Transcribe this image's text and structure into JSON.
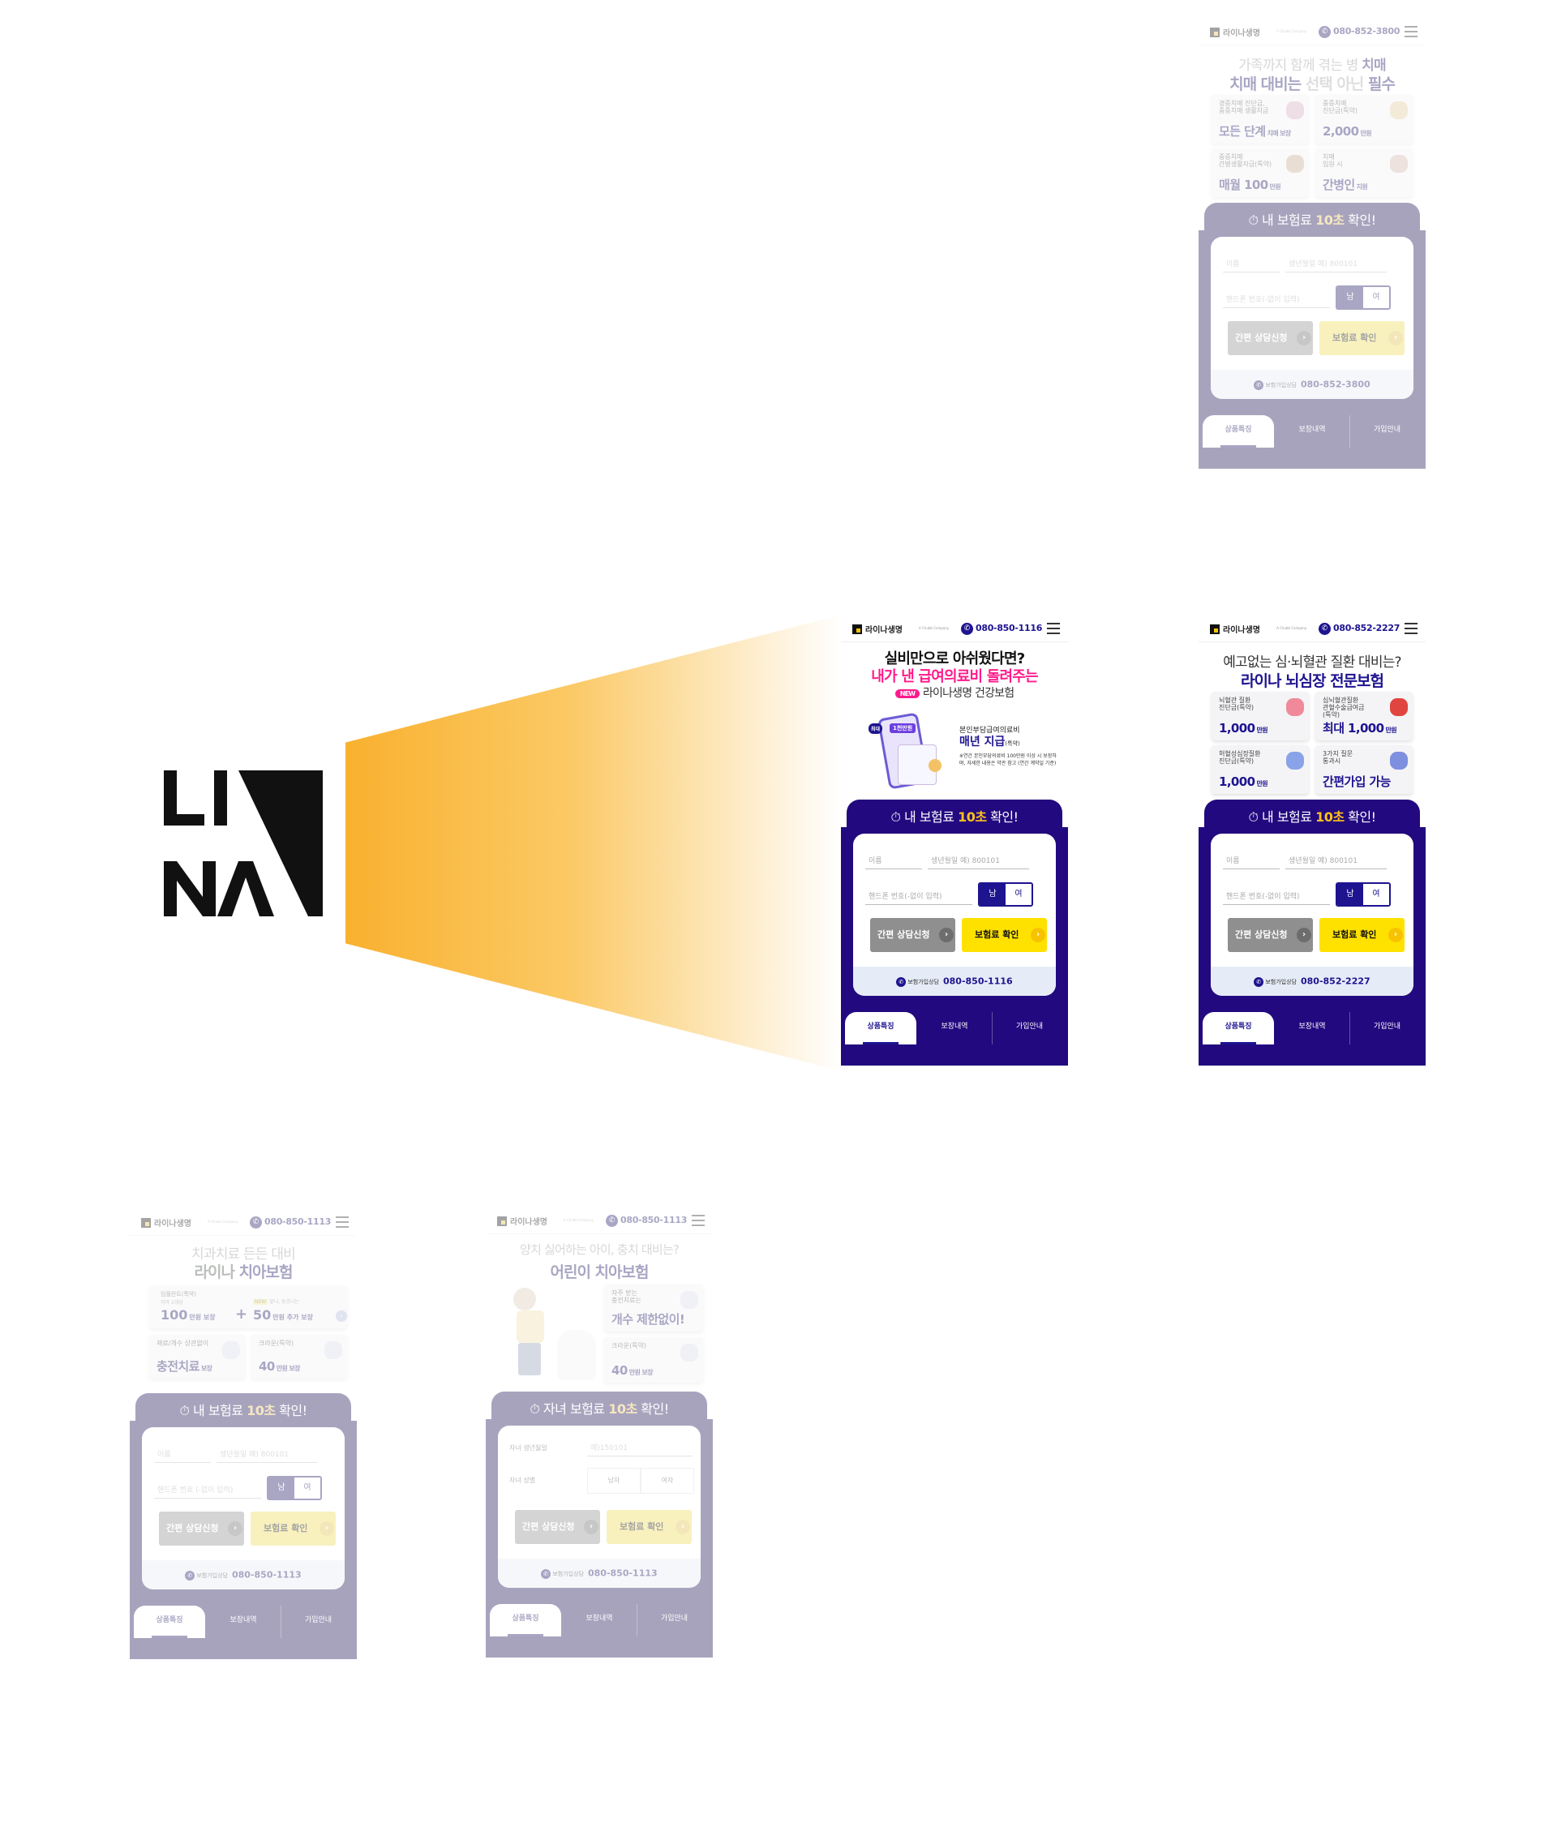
{
  "brand": {
    "logo_text": "LINA",
    "name": "라이나생명",
    "sub": "A Chubb Company"
  },
  "mockups": [
    {
      "id": "dementia",
      "faded": true,
      "phone": "080-852-3800",
      "type": "cards4",
      "line1": [
        "가족까지 함께 겪는 병 ",
        "치매"
      ],
      "line2": [
        "치매 대비는 ",
        "선택 아닌 ",
        "필수"
      ],
      "cards": [
        {
          "label": "경증치매 진단금,\n중증치매 생활자금",
          "value": "모든 단계",
          "unit": "치매 보장",
          "art": "#e9a3c8"
        },
        {
          "label": "중증치매\n진단금(특약)",
          "value": "2,000",
          "unit": "만원",
          "art": "#f1c97a"
        },
        {
          "label": "중증치매\n간병생활자금(특약)",
          "value": "매월 100",
          "unit": "만원",
          "art": "#d9a87c"
        },
        {
          "label": "치매\n입원 시",
          "value": "간병인",
          "unit": "지원",
          "art": "#e6b0a0"
        }
      ],
      "form_title": [
        "내 보험료 ",
        "10초",
        " 확인!"
      ]
    },
    {
      "id": "health",
      "faded": false,
      "phone": "080-850-1116",
      "type": "illustration",
      "line1": "실비만으로 아쉬웠다면?",
      "line2": "내가 낸 급여의료비 돌려주는",
      "badge": "NEW",
      "line3": "라이나생명 건강보험",
      "illus_badge": "최대",
      "illus_amount": "1천만원",
      "benefit_label": "본인부담급여의료비",
      "benefit_value": "매년 지급",
      "benefit_suffix": "(특약)",
      "benefit_note": "※연간 본인부담의료비 100만원 이상 시 보장하며, 자세한 내용은 약관 참고 (연간 계약일 기준)",
      "form_title": [
        "내 보험료 ",
        "10초",
        " 확인!"
      ]
    },
    {
      "id": "cardio",
      "faded": false,
      "phone": "080-852-2227",
      "type": "cards4",
      "line1": [
        "예고없는 심·뇌혈관 질환 대비는?",
        ""
      ],
      "line2": [
        "라이나 뇌심장 전문보험",
        "",
        ""
      ],
      "cards": [
        {
          "label": "뇌혈관 질환\n진단금(특약)",
          "value": "1,000",
          "unit": "만원",
          "art": "#f08a9a"
        },
        {
          "label": "심뇌혈관질환\n관혈수술급여금\n(특약)",
          "value": "최대 1,000",
          "unit": "만원",
          "art": "#e0453f"
        },
        {
          "label": "허혈성심장질환\n진단금(특약)",
          "value": "1,000",
          "unit": "만원",
          "art": "#8aa3e8"
        },
        {
          "label": "3가지 질문\n통과시",
          "value": "간편가입 가능",
          "unit": "",
          "art": "#7e8fe0"
        }
      ],
      "form_title": [
        "내 보험료 ",
        "10초",
        " 확인!"
      ]
    },
    {
      "id": "dental",
      "faded": true,
      "phone": "080-850-1113",
      "type": "dental",
      "line1": "치과치료 든든 대비",
      "line2": [
        "라이나 ",
        "치아보험"
      ],
      "wide": {
        "label": "임플란트(특약)",
        "sub": "치아 1개당",
        "value": "100",
        "unit": "만원 보장",
        "plus": "+",
        "badge": "NEW",
        "sub2": "앞니, 송곳니는",
        "value2": "50",
        "unit2": "만원 추가 보장"
      },
      "cards": [
        {
          "label": "재료/개수 상관없이",
          "value": "충전치료",
          "unit": "보장"
        },
        {
          "label": "크라운(특약)",
          "value": "40",
          "unit": "만원 보장"
        }
      ],
      "form_title": [
        "내 보험료 ",
        "10초",
        " 확인!"
      ],
      "phone_placeholder": "핸드폰 번호 (-없이 입력)"
    },
    {
      "id": "kids",
      "faded": true,
      "phone": "080-850-1113",
      "type": "kids",
      "line1": "양치 싫어하는 아이, 충치 대비는?",
      "line2": "어린이 치아보험",
      "cards": [
        {
          "label": "자주 받는\n충전치료는",
          "value": "개수 제한없이!",
          "unit": ""
        },
        {
          "label": "크라운(특약)",
          "value": "40",
          "unit": "만원 보장"
        }
      ],
      "form_title": [
        "자녀 보험료 ",
        "10초",
        " 확인!"
      ],
      "kid_birth_label": "자녀 생년월일",
      "kid_birth_placeholder": "예)150101",
      "kid_gender_label": "자녀 성별",
      "kid_male": "남자",
      "kid_female": "여자"
    }
  ],
  "form": {
    "name_placeholder": "이름",
    "birth_placeholder": "생년월일 예) 800101",
    "phone_placeholder": "핸드폰 번호(-없이 입력)",
    "male": "남",
    "female": "여",
    "consult_button": "간편 상담신청",
    "premium_button": "보험료 확인",
    "hotline_label": "보험가입상담"
  },
  "tabs": [
    "상품특징",
    "보장내역",
    "가입안내"
  ],
  "colors": {
    "navy": "#22097f",
    "accent_blue": "#1e1490",
    "pink": "#ff1a8c",
    "yellow": "#ffe100",
    "beam": "#f9b12f"
  }
}
